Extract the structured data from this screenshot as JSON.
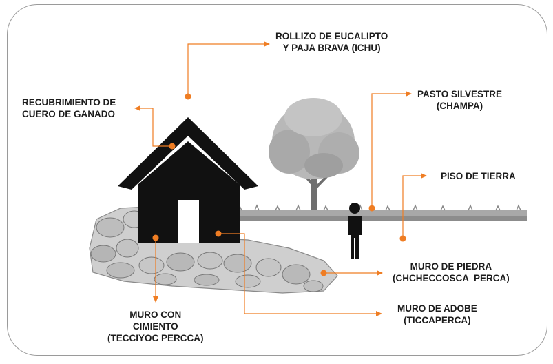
{
  "labels": {
    "roof": [
      "ROLLIZO DE EUCALIPTO",
      "Y PAJA BRAVA (ICHU)"
    ],
    "covering": [
      "RECUBRIMIENTO DE",
      "CUERO DE GANADO"
    ],
    "grass": [
      "PASTO SILVESTRE",
      "(CHAMPA)"
    ],
    "floor": [
      "PISO DE TIERRA"
    ],
    "stone_wall": [
      "MURO DE PIEDRA",
      "(CHCHECCOSCA  PERCA)"
    ],
    "adobe_wall": [
      "MURO DE ADOBE",
      "(TICCAPERCA)"
    ],
    "foundation_wall": [
      "MURO CON",
      "CIMIENTO",
      "(TECCIYOC PERCCA)"
    ]
  },
  "colors": {
    "accent": "#ef7d23",
    "house": "#111111",
    "frame": "#9a9a9a",
    "text": "#1c1c1c"
  }
}
